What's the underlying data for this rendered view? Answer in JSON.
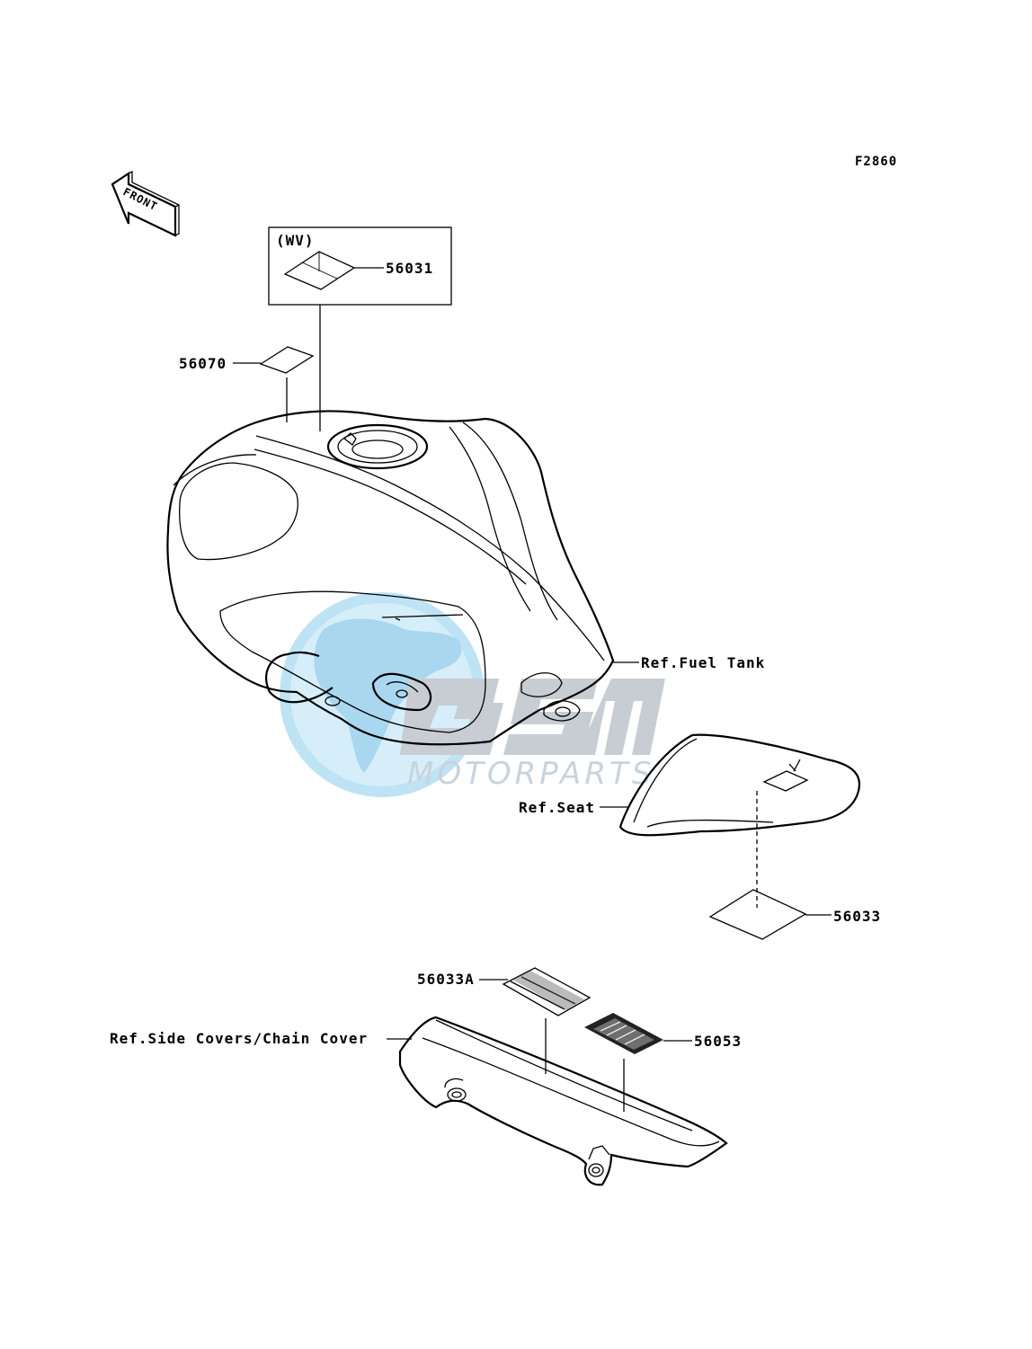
{
  "figure_code": "F2860",
  "front_arrow": "FRONT",
  "box_label": "(WV)",
  "watermark": {
    "logo_letters": "GSM",
    "text": "MOTORPARTS",
    "colors": {
      "globe": "#bde3f5",
      "letters": "#c7cdd3",
      "text": "#c9d3dc"
    }
  },
  "parts": {
    "p56031": "56031",
    "p56070": "56070",
    "p56033": "56033",
    "p56033A": "56033A",
    "p56053": "56053"
  },
  "refs": {
    "fuel_tank": "Ref.Fuel Tank",
    "seat": "Ref.Seat",
    "side_covers": "Ref.Side Covers/Chain Cover"
  }
}
